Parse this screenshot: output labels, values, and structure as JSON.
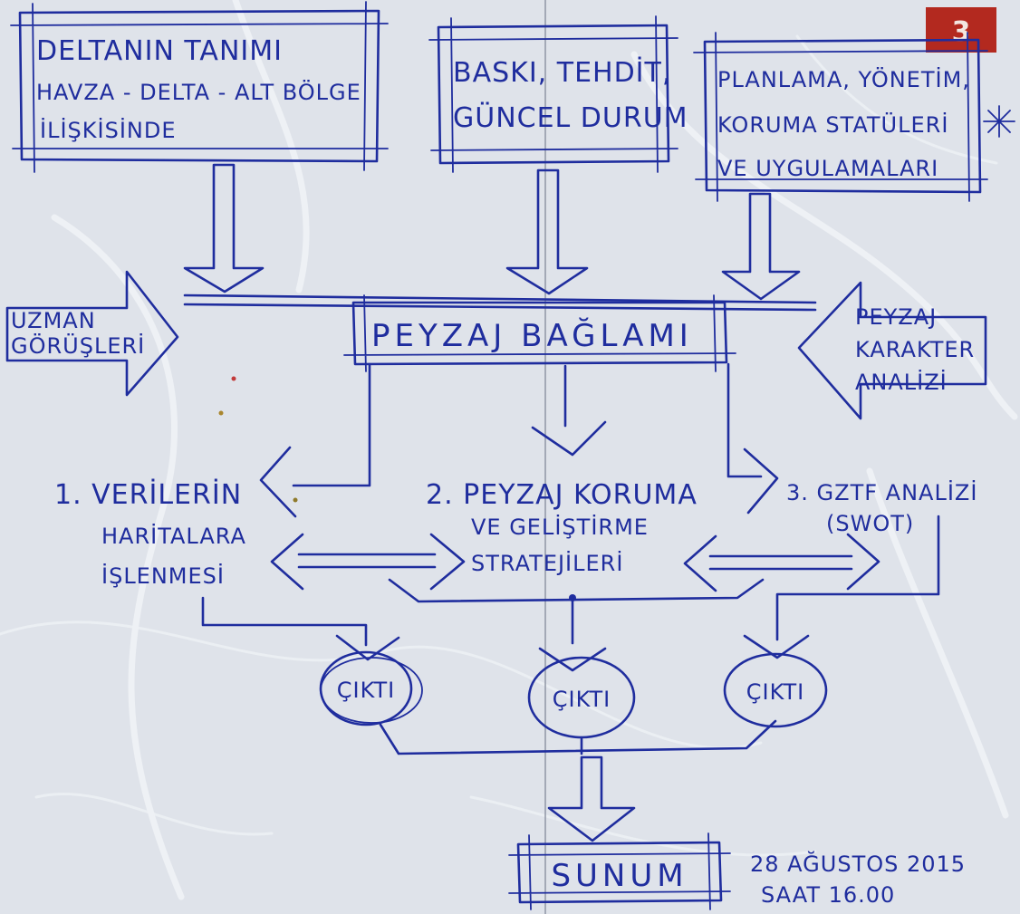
{
  "badge": "3",
  "boxes": {
    "delta_definition": [
      "DELTANIN TANIMI",
      "HAVZA - DELTA - ALT BÖLGE",
      "İLİŞKİSİNDE"
    ],
    "threats": [
      "BASKI, TEHDİT,",
      "GÜNCEL DURUM"
    ],
    "planning": [
      "PLANLAMA, YÖNETİM,",
      "KORUMA STATÜLERİ",
      "VE UYGULAMALARI"
    ]
  },
  "inputs": {
    "expert_opinions": [
      "UZMAN",
      "GÖRÜŞLERİ"
    ],
    "character_analysis": [
      "PEYZAJ",
      "KARAKTER",
      "ANALİZİ"
    ]
  },
  "center": {
    "landscape_context": "PEYZAJ BAĞLAMI"
  },
  "steps": {
    "step1": [
      "1. VERİLERİN",
      "HARİTALARA",
      "İŞLENMESİ"
    ],
    "step2": [
      "2. PEYZAJ KORUMA",
      "VE GELİŞTİRME",
      "STRATEJİLERİ"
    ],
    "step3": [
      "3. GZTF ANALİZİ",
      "(SWOT)"
    ]
  },
  "outputs": [
    "ÇIKTI",
    "ÇIKTI",
    "ÇIKTI"
  ],
  "final": "SUNUM",
  "note": {
    "date": "28 AĞUSTOS 2015",
    "time": "SAAT 16.00"
  },
  "colors": {
    "ink": "#1f2d9e",
    "paper": "#dfe3ea",
    "badge": "#b3291f"
  }
}
